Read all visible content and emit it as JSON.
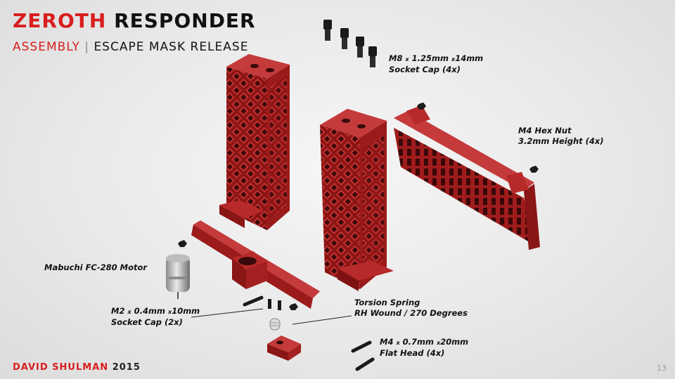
{
  "header": {
    "title_accent": "ZEROTH",
    "title_rest": "RESPONDER",
    "subtitle_accent": "ASSEMBLY",
    "subtitle_sep": "|",
    "subtitle_rest": "ESCAPE MASK RELEASE"
  },
  "footer": {
    "author": "DAVID SHULMAN",
    "year": "2015",
    "page_number": "13"
  },
  "callouts": {
    "m8": {
      "size": "M8",
      "x1": "x",
      "pitch": "1.25mm",
      "x2": "x",
      "length": "14mm",
      "line2": "Socket Cap (4x)"
    },
    "m4_nut": {
      "line1": "M4 Hex Nut",
      "line2": "3.2mm Height (4x)"
    },
    "motor": {
      "line1": "Mabuchi FC-280 Motor"
    },
    "m2": {
      "size": "M2",
      "x1": "x",
      "pitch": "0.4mm",
      "x2": "x",
      "length": "10mm",
      "line2": "Socket Cap (2x)"
    },
    "spring": {
      "line1": "Torsion Spring",
      "line2": "RH Wound / 270 Degrees"
    },
    "m4_flat": {
      "size": "M4",
      "x1": "x",
      "pitch": "0.7mm",
      "x2": "x",
      "length": "20mm",
      "line2": "Flat Head (4x)"
    }
  },
  "colors": {
    "accent": "#d81e1e",
    "part_red": "#b02020",
    "part_dark": "#7a1212",
    "part_light": "#d04040",
    "fastener": "#1a1a1a"
  }
}
